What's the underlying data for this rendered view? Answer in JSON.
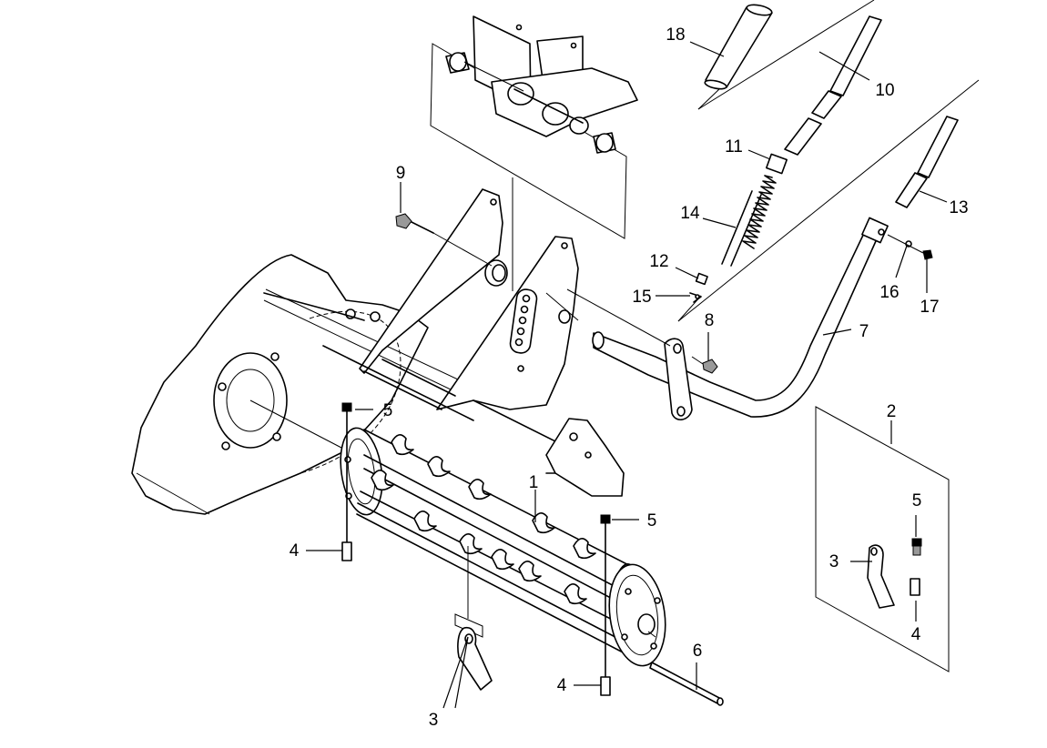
{
  "callouts": {
    "c1": "1",
    "c2": "2",
    "c3a": "3",
    "c3b": "3",
    "c4a": "4",
    "c4b": "4",
    "c4c": "4",
    "c5a": "5",
    "c5b": "5",
    "c5c": "5",
    "c6": "6",
    "c7": "7",
    "c8": "8",
    "c9": "9",
    "c10": "10",
    "c11": "11",
    "c12": "12",
    "c13": "13",
    "c14": "14",
    "c15": "15",
    "c16": "16",
    "c17": "17",
    "c18": "18"
  }
}
